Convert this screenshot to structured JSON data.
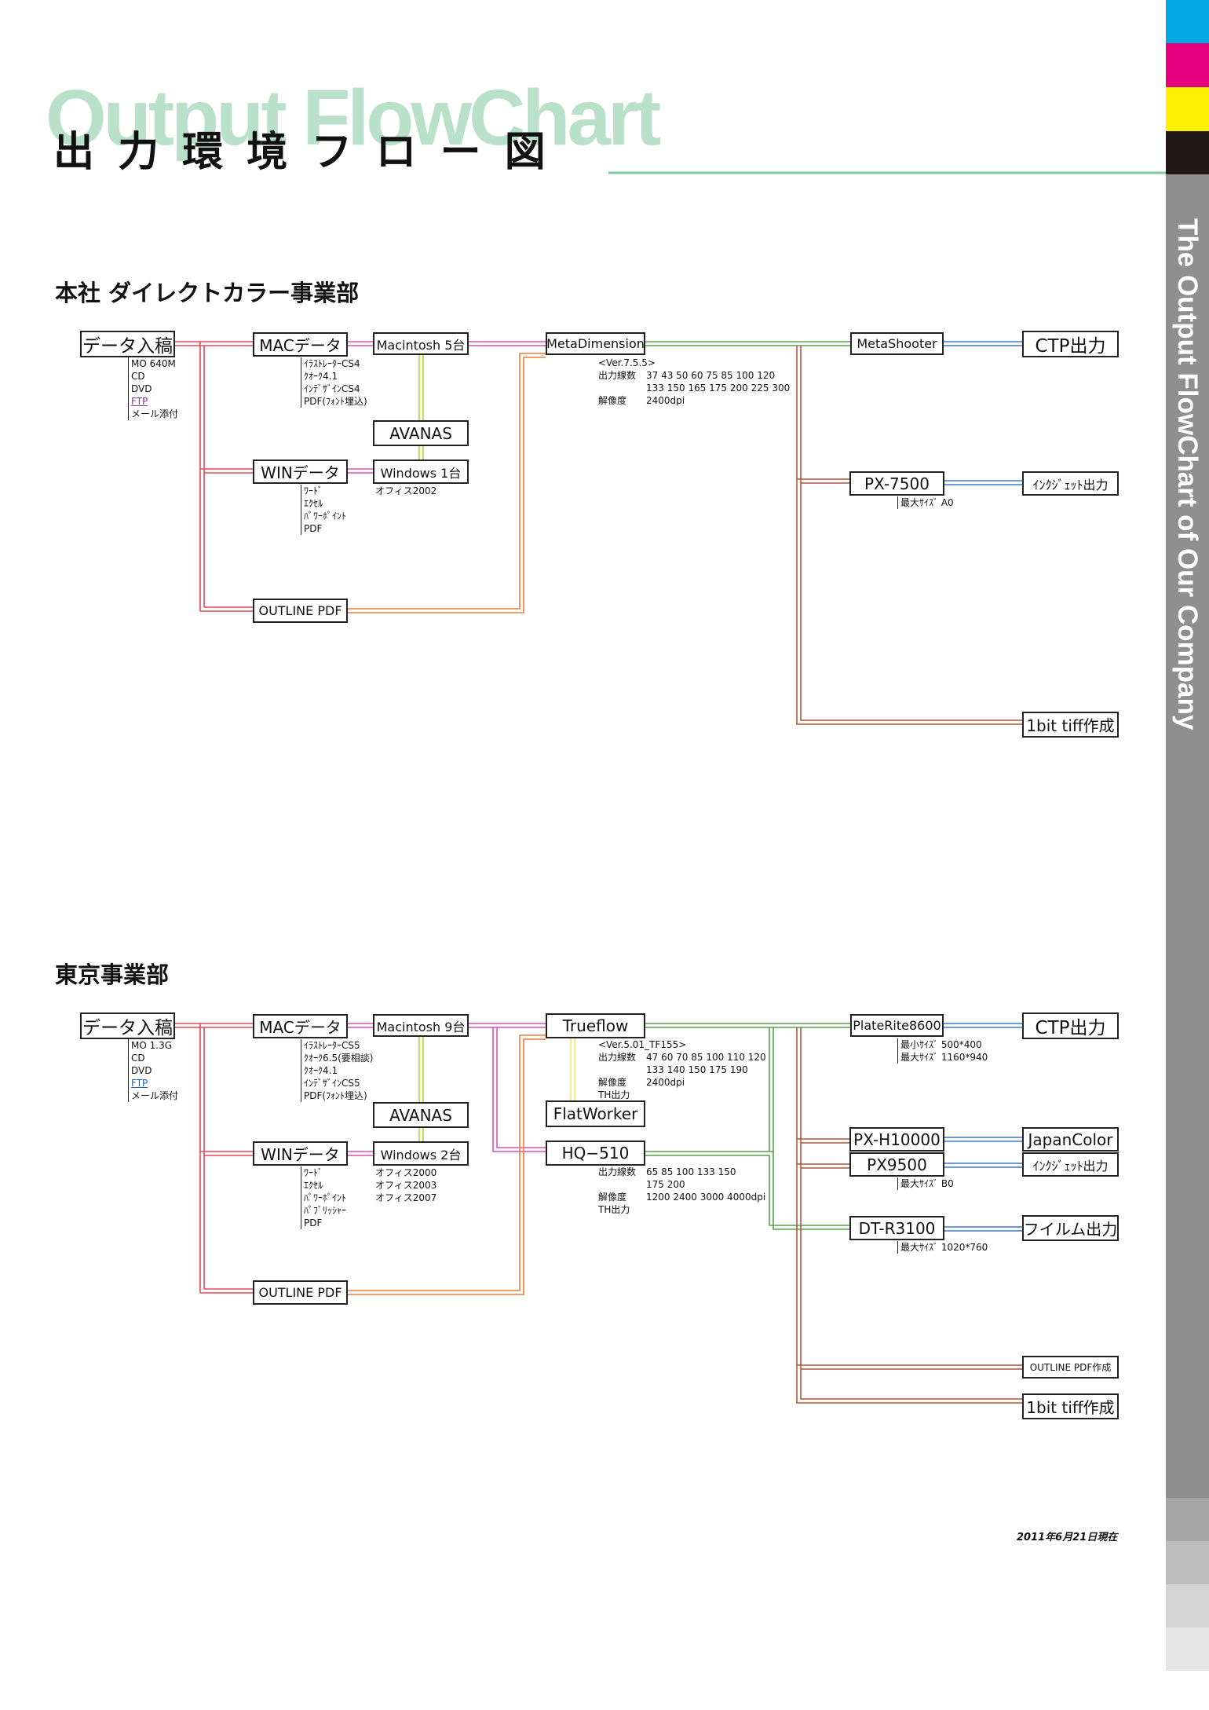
{
  "header": {
    "bg_title": "Output FlowChart",
    "title": "出 力 環 境 フ ロ ー 図",
    "side_title": "The Output FlowChart of Our Company"
  },
  "colors": {
    "cyan": "#00a7e1",
    "magenta": "#e4007f",
    "yellow": "#fff100",
    "black": "#231815",
    "side_gray": "#8f8f90",
    "title_green": "#7fc79f",
    "red": "#e8485a",
    "pink": "#d352b9",
    "lime": "#b6d23a",
    "orange": "#ee7d3a",
    "green": "#5aa04b",
    "blue": "#3c7ac8",
    "brown": "#b0553a",
    "yellowline": "#f2e86e"
  },
  "sections": [
    {
      "heading": "本社 ダイレクトカラー事業部",
      "boxes": {
        "data_input": "データ入稿",
        "mac": "MACデータ",
        "macintosh": "Macintosh 5台",
        "avanas": "AVANAS",
        "win": "WINデータ",
        "windows": "Windows 1台",
        "outline": "OUTLINE PDF",
        "meta": "MetaDimension",
        "shooter": "MetaShooter",
        "ctp": "CTP出力",
        "px": "PX-7500",
        "inkjet": "ｲﾝｸｼﾞｪｯﾄ出力",
        "tiff": "1bit tiff作成"
      },
      "media": [
        "MO 640M",
        "CD",
        "DVD",
        "FTP",
        "メール添付"
      ],
      "mac_apps": [
        "ｲﾗｽﾄﾚｰﾀｰCS4",
        "ｸｵｰｸ4.1",
        "ｲﾝﾃﾞｻﾞｲﾝCS4",
        "PDF(ﾌｫﾝﾄ埋込)"
      ],
      "win_apps": [
        "ﾜｰﾄﾞ",
        "ｴｸｾﾙ",
        "ﾊﾟﾜｰﾎﾟｲﾝﾄ",
        "PDF"
      ],
      "windows_note": "オフィス2002",
      "meta_spec": {
        "version": "<Ver.7.5.5>",
        "lines_label": "出力線数",
        "lines_1": "37 43 50 60 75 85 100 120",
        "lines_2": "133 150 165 175 200 225 300",
        "res_label": "解像度",
        "res": "2400dpi"
      },
      "px_spec": {
        "label": "最大ｻｲｽﾞ",
        "value": "A0"
      }
    },
    {
      "heading": "東京事業部",
      "boxes": {
        "data_input": "データ入稿",
        "mac": "MACデータ",
        "macintosh": "Macintosh 9台",
        "avanas": "AVANAS",
        "win": "WINデータ",
        "windows": "Windows 2台",
        "outline": "OUTLINE PDF",
        "trueflow": "Trueflow",
        "flatworker": "FlatWorker",
        "hq": "HQ−510",
        "platerite": "PlateRite8600",
        "ctp": "CTP出力",
        "pxh": "PX-H10000",
        "px9500": "PX9500",
        "japancolor": "JapanColor",
        "inkjet": "ｲﾝｸｼﾞｪｯﾄ出力",
        "dtr": "DT-R3100",
        "film": "フイルム出力",
        "outline_make": "OUTLINE PDF作成",
        "tiff": "1bit tiff作成"
      },
      "media": [
        "MO 1.3G",
        "CD",
        "DVD",
        "FTP",
        "メール添付"
      ],
      "mac_apps": [
        "ｲﾗｽﾄﾚｰﾀｰCS5",
        "ｸｵｰｸ6.5(要相談)",
        "ｸｵｰｸ4.1",
        "ｲﾝﾃﾞｻﾞｲﾝCS5",
        "PDF(ﾌｫﾝﾄ埋込)"
      ],
      "win_apps": [
        "ﾜｰﾄﾞ",
        "ｴｸｾﾙ",
        "ﾊﾟﾜｰﾎﾟｲﾝﾄ",
        "ﾊﾟﾌﾞﾘｯｼｬｰ",
        "PDF"
      ],
      "windows_notes": [
        "オフィス2000",
        "オフィス2003",
        "オフィス2007"
      ],
      "trueflow_spec": {
        "version": "<Ver.5.01_TF155>",
        "lines_label": "出力線数",
        "lines_1": "47 60 70 85 100 110 120",
        "lines_2": "133 140 150 175 190",
        "res_label": "解像度",
        "res": "2400dpi",
        "th": "TH出力"
      },
      "hq_spec": {
        "lines_label": "出力線数",
        "lines_1": "65 85 100 133 150",
        "lines_2": "175 200",
        "res_label": "解像度",
        "res": "1200 2400 3000 4000dpi",
        "th": "TH出力"
      },
      "platerite_spec": {
        "min_label": "最小ｻｲｽﾞ",
        "min": "500*400",
        "max_label": "最大ｻｲｽﾞ",
        "max": "1160*940"
      },
      "px9500_spec": {
        "label": "最大ｻｲｽﾞ",
        "value": "B0"
      },
      "dtr_spec": {
        "label": "最大ｻｲｽﾞ",
        "value": "1020*760"
      }
    }
  ],
  "footer": {
    "date": "2011年6月21日現在"
  }
}
